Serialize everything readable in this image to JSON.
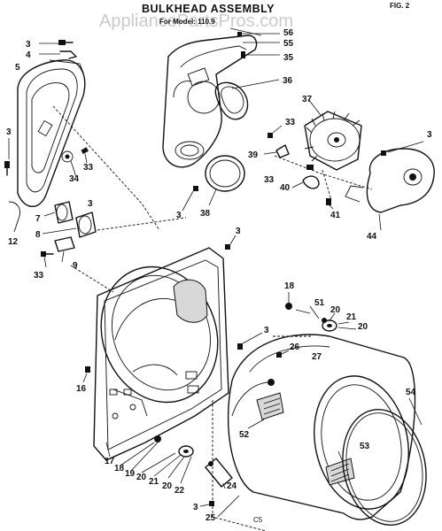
{
  "title": "BULKHEAD ASSEMBLY",
  "subtitle": "For Model: 110.9",
  "page_ref": "FIG. 2",
  "watermark": "AppliancePartsPros.com",
  "diagram_code": "C5",
  "callouts": [
    "3",
    "4",
    "5",
    "3",
    "33",
    "34",
    "7",
    "8",
    "12",
    "9",
    "33",
    "3",
    "56",
    "55",
    "35",
    "36",
    "37",
    "33",
    "39",
    "3",
    "33",
    "40",
    "41",
    "44",
    "3",
    "38",
    "3",
    "18",
    "51",
    "20",
    "21",
    "20",
    "3",
    "26",
    "27",
    "16",
    "52",
    "53",
    "54",
    "17",
    "18",
    "19",
    "20",
    "21",
    "20",
    "22",
    "24",
    "3",
    "25"
  ]
}
